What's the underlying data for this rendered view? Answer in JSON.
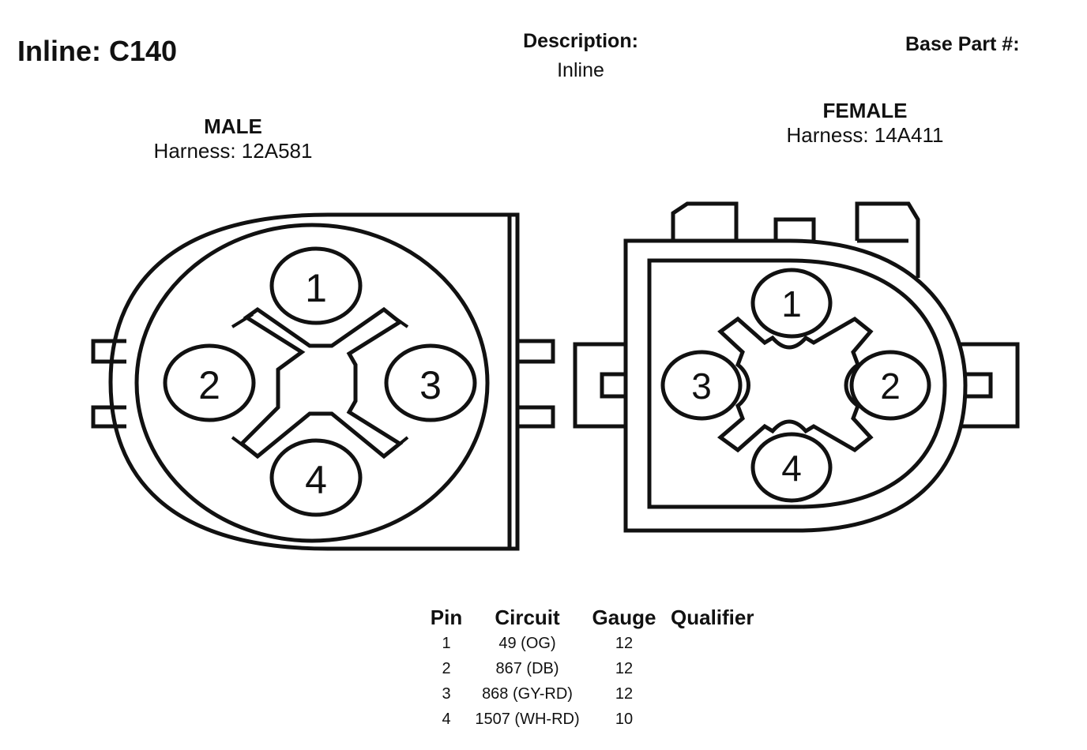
{
  "header": {
    "title": "Inline: C140",
    "description_label": "Description:",
    "description_value": "Inline",
    "base_part_label": "Base Part #:"
  },
  "male": {
    "name": "MALE",
    "harness": "Harness: 12A581",
    "pins": [
      "1",
      "2",
      "3",
      "4"
    ]
  },
  "female": {
    "name": "FEMALE",
    "harness": "Harness: 14A411",
    "pins": [
      "1",
      "2",
      "3",
      "4"
    ]
  },
  "pin_table": {
    "headers": {
      "pin": "Pin",
      "circuit": "Circuit",
      "gauge": "Gauge",
      "qualifier": "Qualifier"
    },
    "rows": [
      {
        "pin": "1",
        "circuit": "49 (OG)",
        "gauge": "12",
        "qualifier": ""
      },
      {
        "pin": "2",
        "circuit": "867 (DB)",
        "gauge": "12",
        "qualifier": ""
      },
      {
        "pin": "3",
        "circuit": "868 (GY-RD)",
        "gauge": "12",
        "qualifier": ""
      },
      {
        "pin": "4",
        "circuit": "1507 (WH-RD)",
        "gauge": "10",
        "qualifier": ""
      }
    ]
  }
}
